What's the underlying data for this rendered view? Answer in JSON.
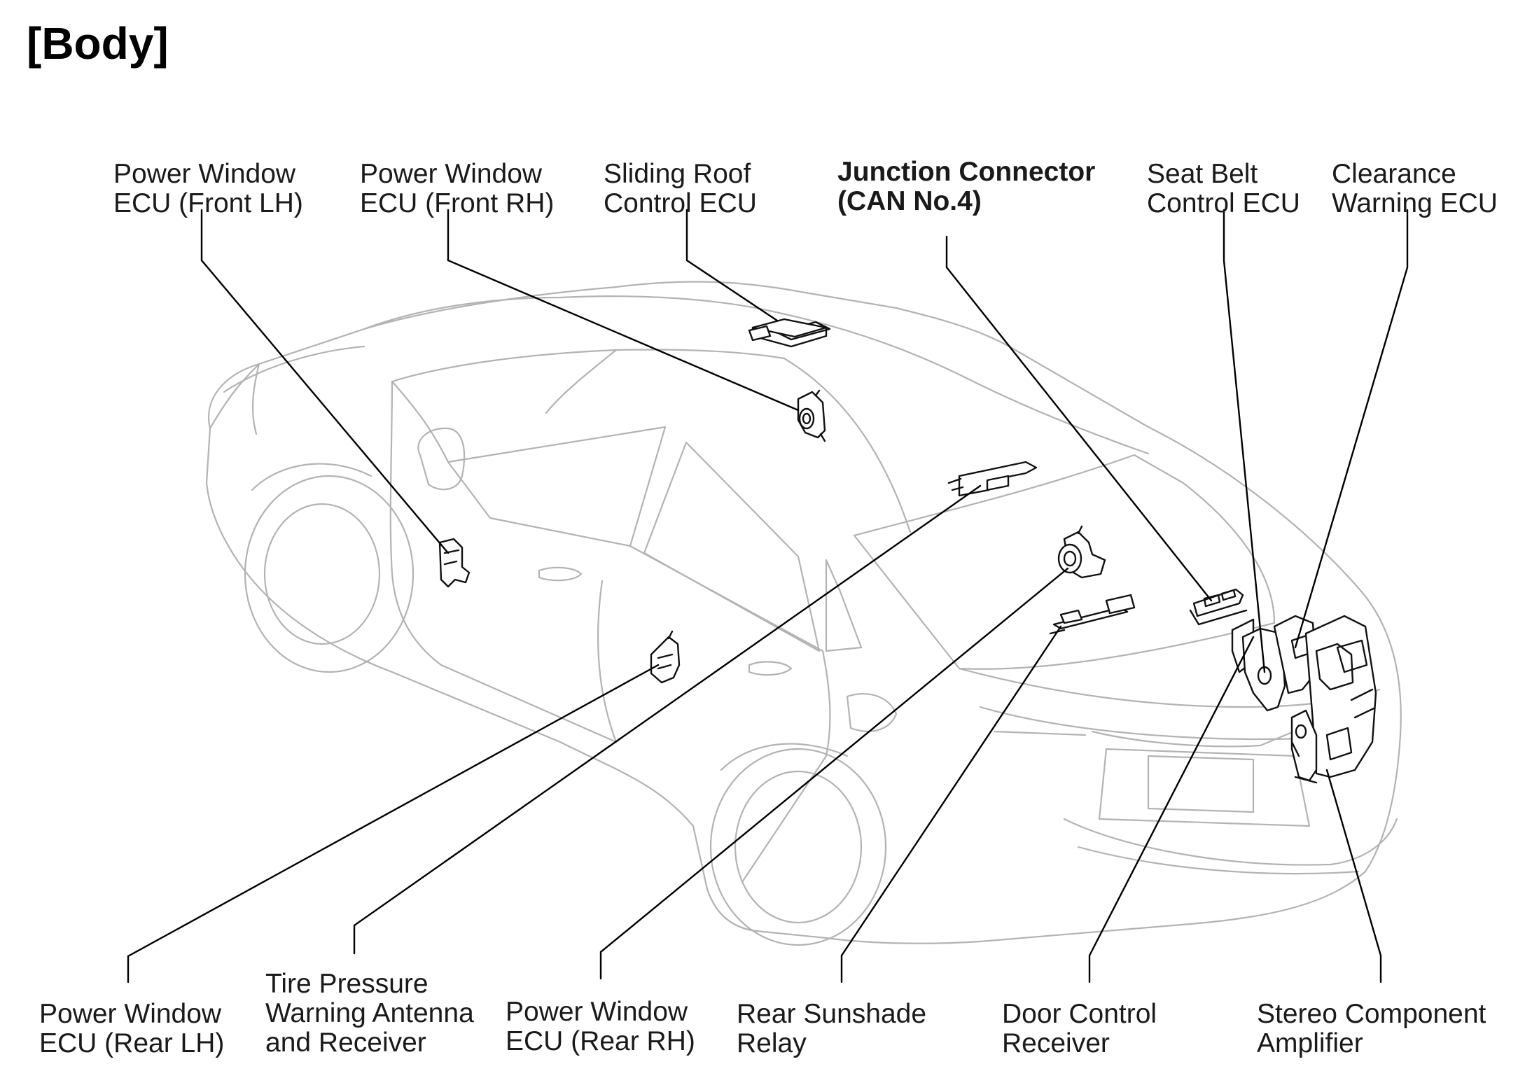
{
  "title": "[Body]",
  "labels": {
    "pw_front_lh": [
      "Power Window",
      "ECU (Front LH)"
    ],
    "pw_front_rh": [
      "Power Window",
      "ECU (Front RH)"
    ],
    "sliding_roof": [
      "Sliding Roof",
      "Control ECU"
    ],
    "junction_connector": [
      "Junction Connector",
      "(CAN No.4)"
    ],
    "seat_belt": [
      "Seat Belt",
      "Control ECU"
    ],
    "clearance_warning": [
      "Clearance",
      "Warning ECU"
    ],
    "pw_rear_lh": [
      "Power Window",
      "ECU (Rear LH)"
    ],
    "tire_pressure": [
      "Tire Pressure",
      "Warning Antenna",
      "and Receiver"
    ],
    "pw_rear_rh": [
      "Power Window",
      "ECU (Rear RH)"
    ],
    "rear_sunshade": [
      "Rear Sunshade",
      "Relay"
    ],
    "door_control": [
      "Door Control",
      "Receiver"
    ],
    "stereo_amp": [
      "Stereo Component",
      "Amplifier"
    ]
  },
  "colors": {
    "car_outline": "#b3b3b3",
    "leader": "#000000",
    "part": "#111111"
  }
}
